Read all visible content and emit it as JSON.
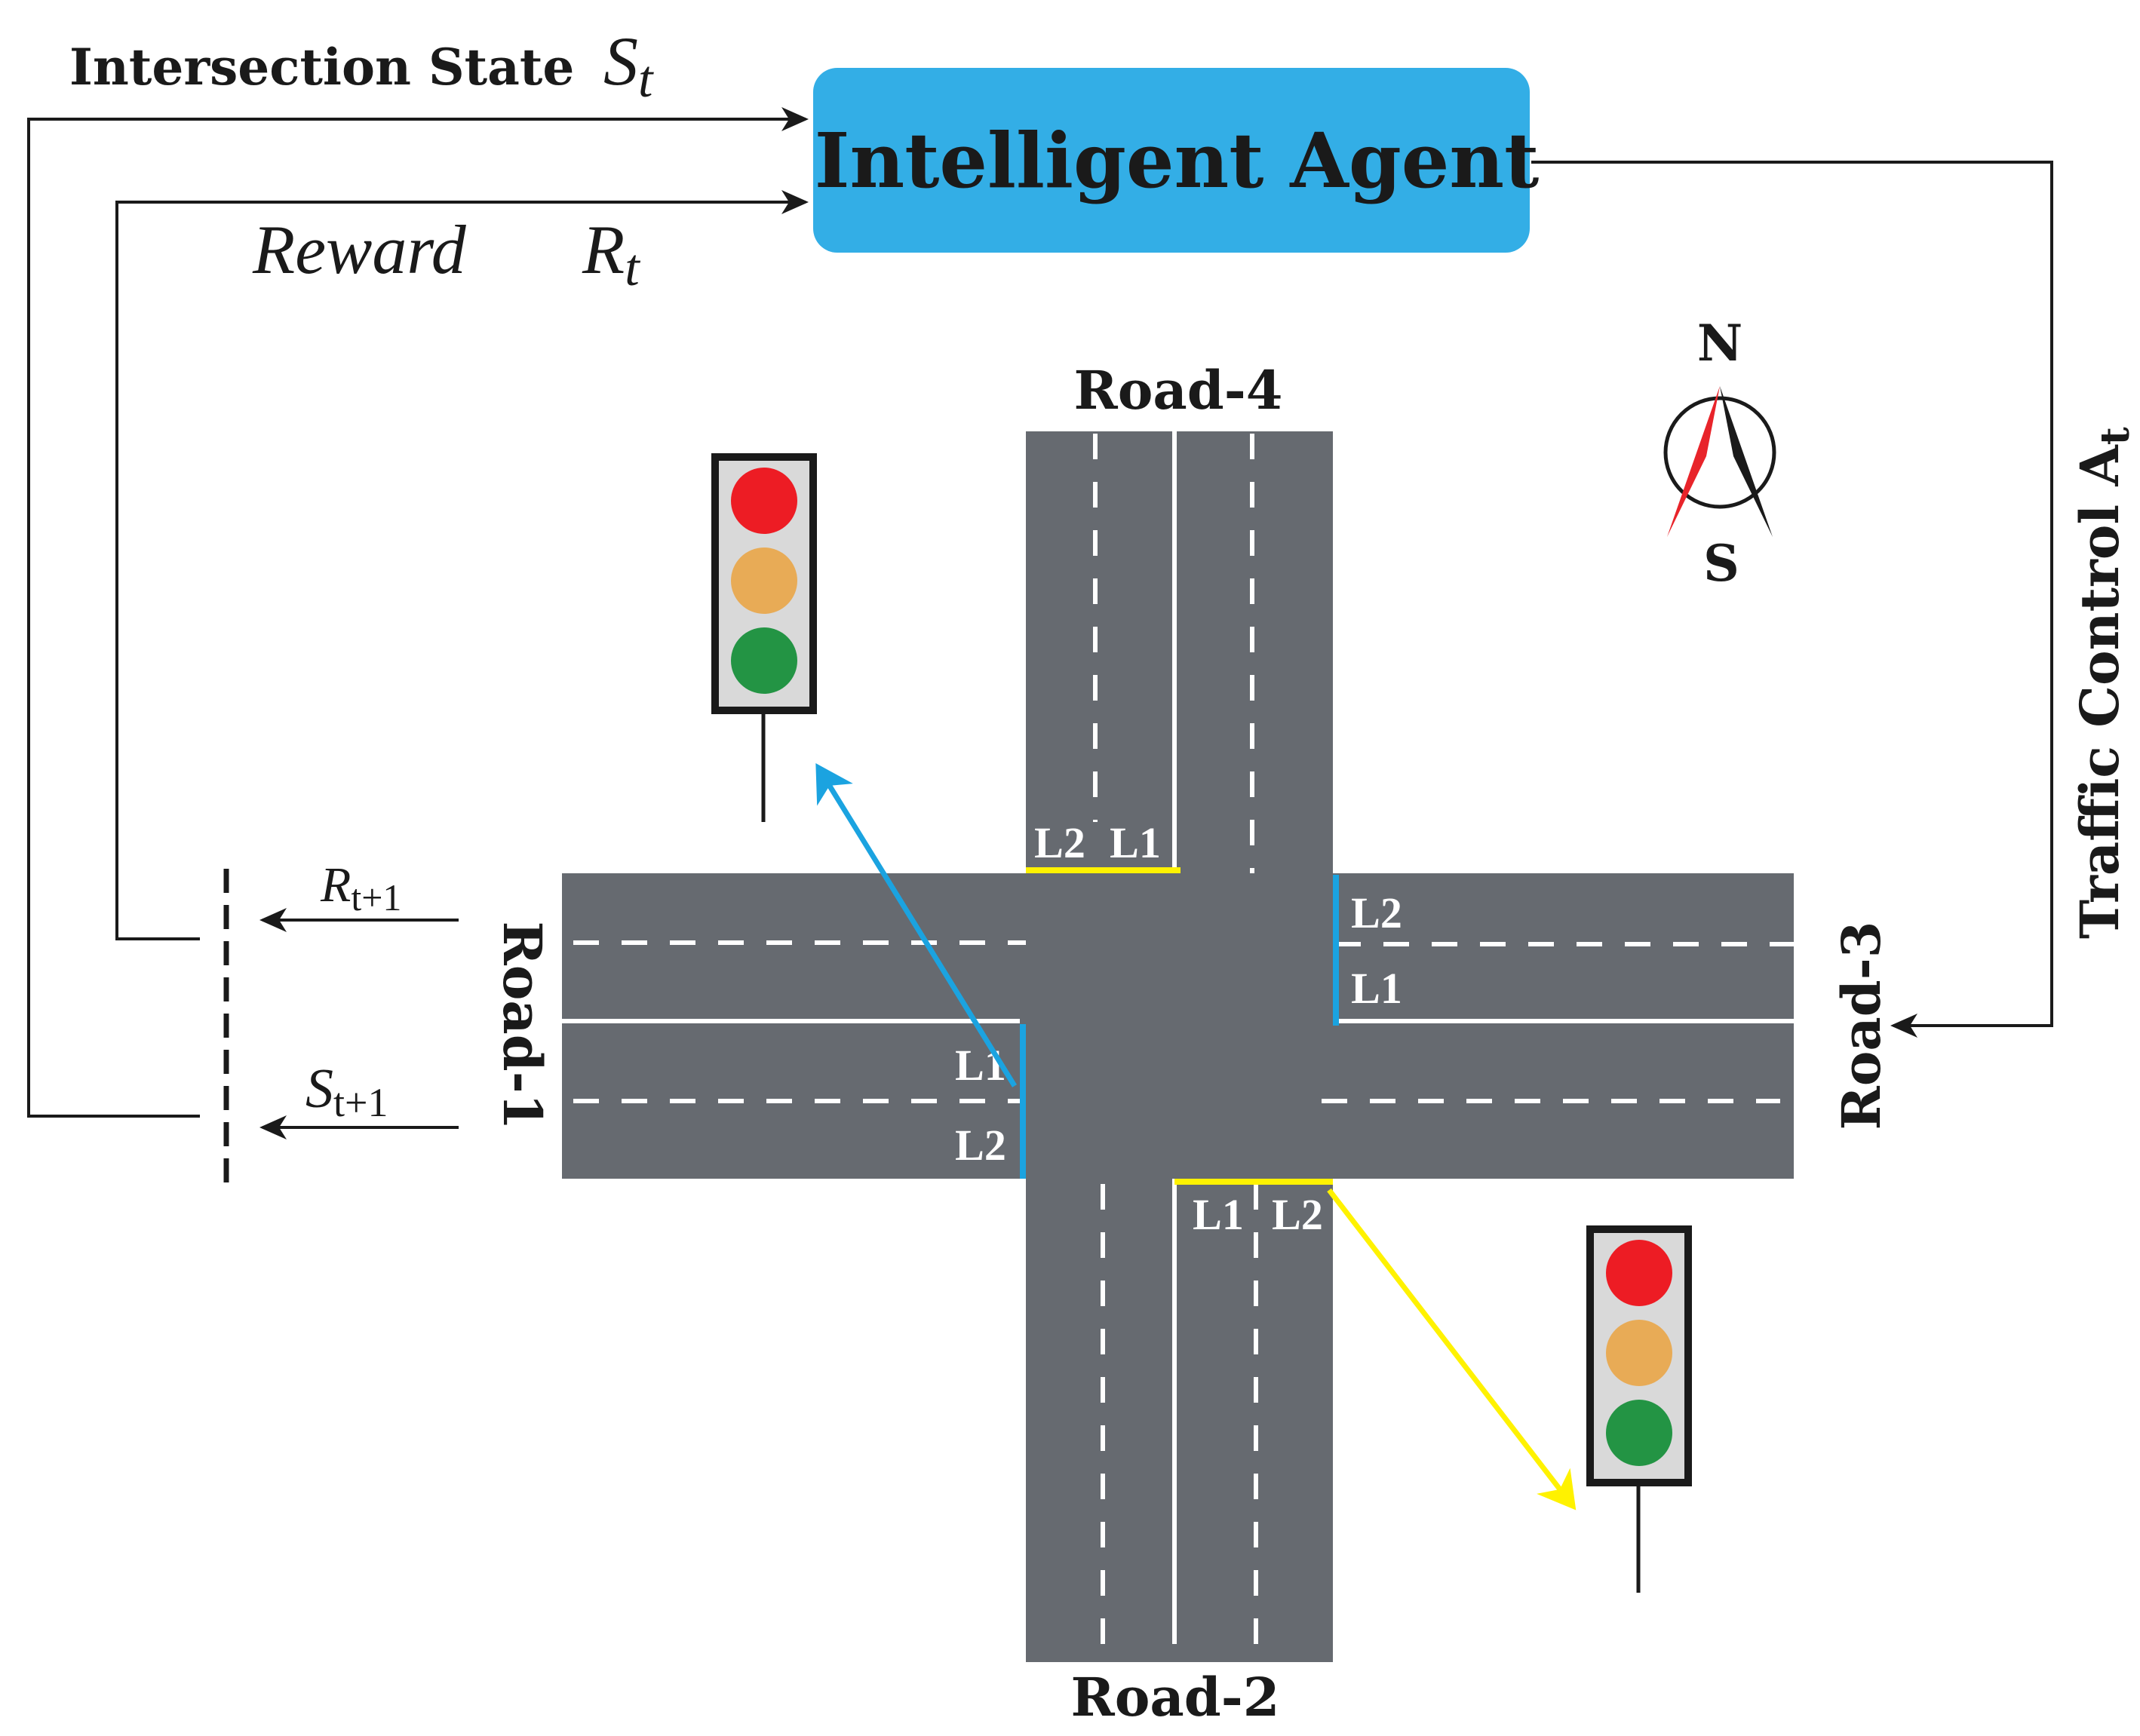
{
  "agent": {
    "label": "Intelligent Agent",
    "fill_color": "#33aee6"
  },
  "state_label": {
    "text": "Intersection State",
    "symbol": "S",
    "subscript": "t"
  },
  "reward_label": {
    "text": "Reward",
    "symbol": "R",
    "subscript": "t"
  },
  "control_label": {
    "text": "Traffic  Control A",
    "subscript": "t"
  },
  "feedback": {
    "reward_next": {
      "symbol": "R",
      "subscript": "t+1"
    },
    "state_next": {
      "symbol": "S",
      "subscript": "t+1"
    }
  },
  "compass": {
    "north": "N",
    "south": "S",
    "colors": {
      "left_needle": "#e8242a",
      "right_needle": "#1a1a1a"
    }
  },
  "roads": {
    "road1": "Road-1",
    "road2": "Road-2",
    "road3": "Road-3",
    "road4": "Road-4",
    "road_color": "#666a70"
  },
  "lanes": {
    "road4_left": "L2",
    "road4_right": "L1",
    "road3_top": "L2",
    "road3_bottom": "L1",
    "road1_top": "L1",
    "road1_bottom": "L2",
    "road2_left": "L1",
    "road2_right": "L2"
  },
  "traffic_lights": {
    "colors": {
      "red": "#ed1c24",
      "amber": "#e8ab56",
      "green": "#239444",
      "housing": "#d9d9d9"
    }
  },
  "accent_colors": {
    "blue": "#1ba3e0",
    "yellow": "#fff200"
  }
}
